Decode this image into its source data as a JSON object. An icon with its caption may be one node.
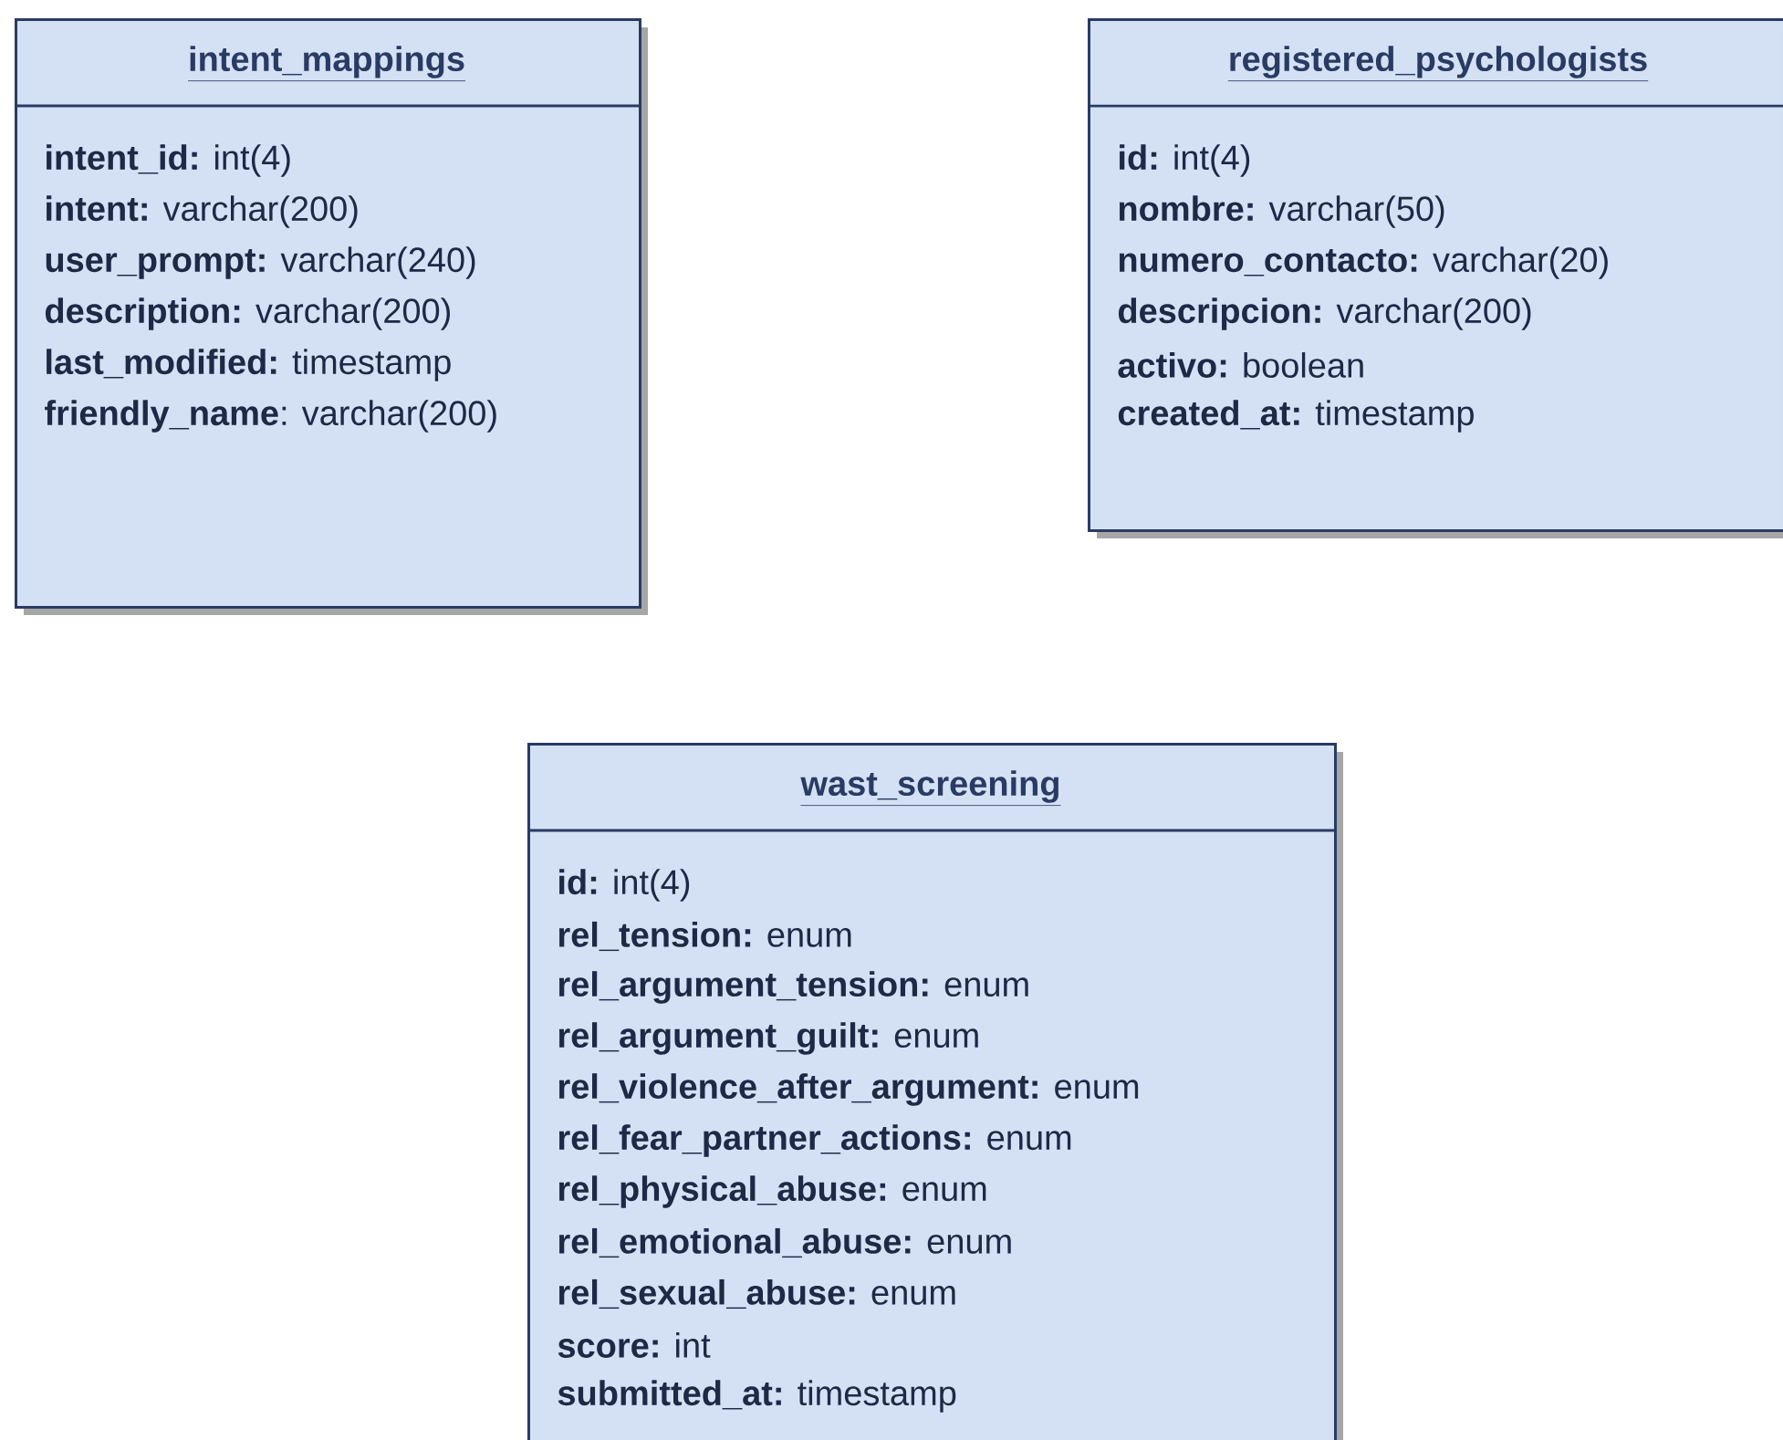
{
  "diagram": {
    "nodes": [
      {
        "text": [
          "intent_mappings",
          "**intent_id:** int(4)",
          "**intent:** varchar(200)",
          "**user_prompt:** varchar(240)",
          "**description:** varchar(200)",
          "**last_modified:** timestamp",
          "**friendly_name**: varchar(200)"
        ]
      },
      {
        "text": [
          "registered_psychologists",
          "**id:** int(4)",
          "**nombre:** varchar(50)",
          "**numero_contacto:** varchar(20)",
          "**descripcion:** varchar(200)",
          "**activo:** boolean",
          "**created_at:** timestamp"
        ]
      },
      {
        "text": [
          "wast_screening",
          "**id:** int(4)",
          "**rel_tension:** enum",
          "**rel_argument_tension:** enum",
          "**rel_argument_guilt:** enum",
          "**rel_violence_after_argument:** enum",
          "**rel_fear_partner_actions:** enum",
          "**rel_physical_abuse:** enum",
          "**rel_emotional_abuse:** enum",
          "**rel_sexual_abuse:** enum",
          "**score:** int",
          "**submitted_at:** timestamp"
        ]
      }
    ]
  }
}
